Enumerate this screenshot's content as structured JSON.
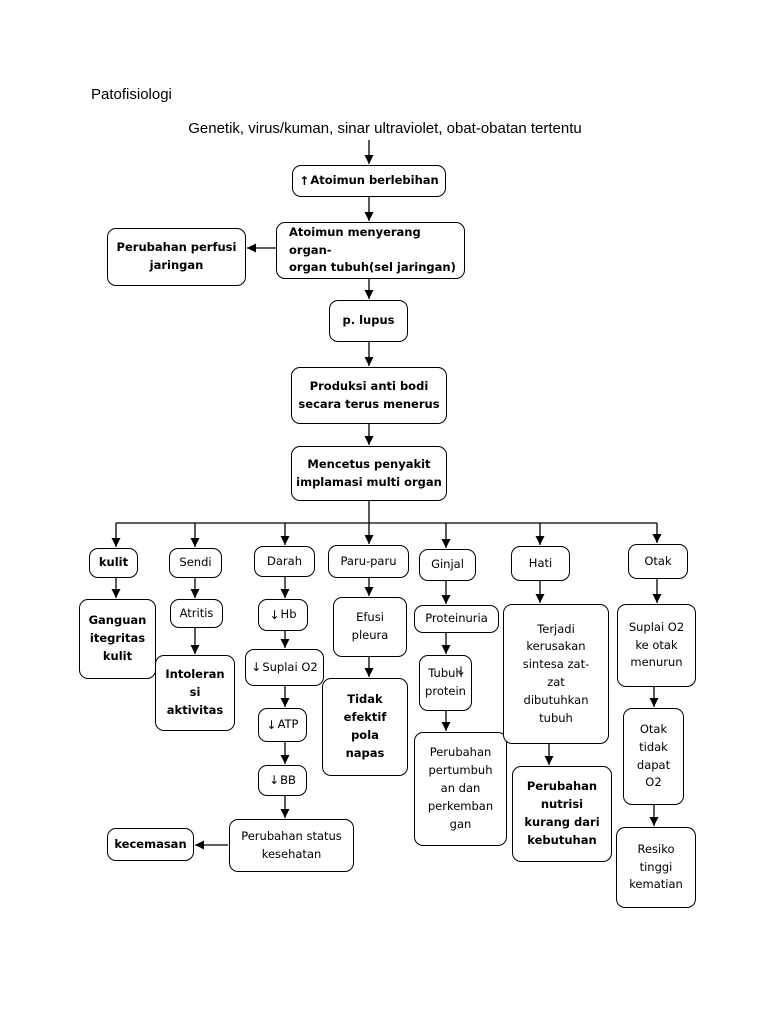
{
  "title": "Patofisiologi",
  "source": "Genetik, virus/kuman, sinar ultraviolet, obat-obatan tertentu",
  "nodes": {
    "atoimun_berlebihan": "Atoimun berlebihan",
    "atoimun_menyerang": "Atoimun menyerang organ-\norgan tubuh(sel jaringan)",
    "perubahan_perfusi": "Perubahan perfusi\njaringan",
    "p_lupus": "p. lupus",
    "produksi_antibodi": "Produksi anti bodi\nsecara terus menerus",
    "mencetus": "Mencetus penyakit\nimplamasi multi organ",
    "kulit": "kulit",
    "ganguan_integritas": "Ganguan\nitegritas\nkulit",
    "sendi": "Sendi",
    "atritis": "Atritis",
    "intoleran": "Intoleran\nsi\naktivitas",
    "darah": "Darah",
    "hb": "Hb",
    "suplai_o2_darah": "Suplai O2",
    "atp": "ATP",
    "bb": "BB",
    "perubahan_status": "Perubahan status\nkesehatan",
    "kecemasan": "kecemasan",
    "paru": "Paru-paru",
    "efusi": "Efusi\npleura",
    "tidak_efektif": "Tidak\nefektif\npola\nnapas",
    "ginjal": "Ginjal",
    "proteinuria": "Proteinuria",
    "tubuh_protein": "Tubuh\nprotein",
    "perubahan_pertumbuhan": "Perubahan\npertumbuh\nan dan\nperkemban\ngan",
    "hati": "Hati",
    "terjadi_kerusakan": "Terjadi\nkerusakan\nsintesa zat-\nzat\ndibutuhkan\ntubuh",
    "perubahan_nutrisi": "Perubahan\nnutrisi\nkurang dari\nkebutuhan",
    "otak": "Otak",
    "suplai_o2_otak": "Suplai O2\nke otak\nmenurun",
    "otak_tidak_dapat": "Otak\ntidak\ndapat\nO2",
    "resiko": "Resiko\ntinggi\nkematian"
  }
}
